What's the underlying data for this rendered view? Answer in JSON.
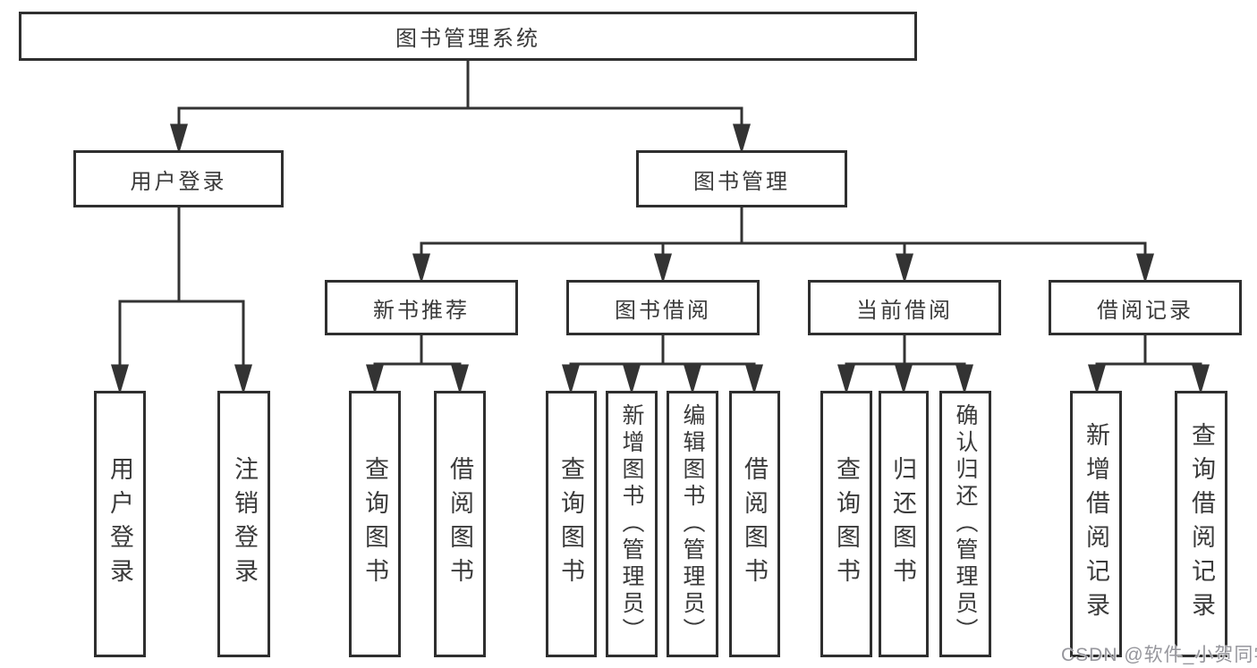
{
  "tree": {
    "root": {
      "label": "图书管理系统"
    },
    "branches": [
      {
        "label": "用户登录",
        "children": [
          {
            "label": "用户登录"
          },
          {
            "label": "注销登录"
          }
        ]
      },
      {
        "label": "图书管理",
        "children": [
          {
            "label": "新书推荐",
            "children": [
              {
                "label": "查询图书"
              },
              {
                "label": "借阅图书"
              }
            ]
          },
          {
            "label": "图书借阅",
            "children": [
              {
                "label": "查询图书"
              },
              {
                "label": "新增图书（管理员）"
              },
              {
                "label": "编辑图书（管理员）"
              },
              {
                "label": "借阅图书"
              }
            ]
          },
          {
            "label": "当前借阅",
            "children": [
              {
                "label": "查询图书"
              },
              {
                "label": "归还图书"
              },
              {
                "label": "确认归还（管理员）"
              }
            ]
          },
          {
            "label": "借阅记录",
            "children": [
              {
                "label": "新增借阅记录"
              },
              {
                "label": "查询借阅记录"
              }
            ]
          }
        ]
      }
    ]
  },
  "watermark": {
    "text": "CSDN @软件_小贺同学"
  },
  "colors": {
    "background": "#ffffff",
    "box_border": "#2f2f2f",
    "connector_line": "#333333",
    "text": "#3a3a3a",
    "watermark_text": "#96969c"
  }
}
